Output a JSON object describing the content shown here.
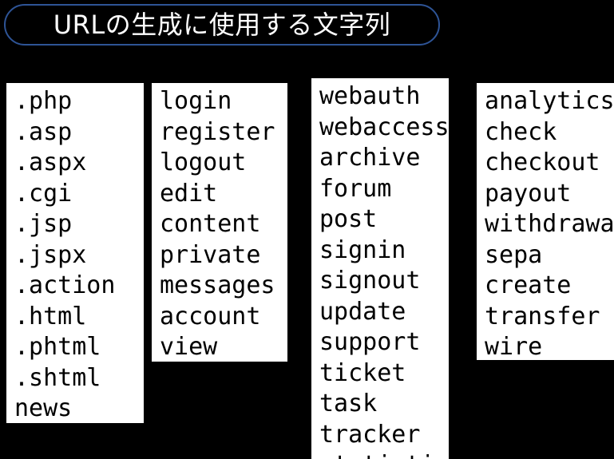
{
  "slide": {
    "background_color": "#000000",
    "title": {
      "text": "URLの生成に使用する文字列",
      "border_color": "#2e5496",
      "text_color": "#ffffff"
    }
  },
  "columns": [
    {
      "name": "file-extensions",
      "box_color": "#ffffff",
      "items": [
        ".php",
        ".asp",
        ".aspx",
        ".cgi",
        ".jsp",
        ".jspx",
        ".action",
        ".html",
        ".phtml",
        ".shtml",
        "news"
      ]
    },
    {
      "name": "account-actions",
      "box_color": "#ffffff",
      "items": [
        "login",
        "register",
        "logout",
        "edit",
        "content",
        "private",
        "messages",
        "account",
        "view"
      ]
    },
    {
      "name": "web-actions",
      "box_color": "#ffffff",
      "items": [
        "webauth",
        "webaccess",
        "archive",
        "forum",
        "post",
        "signin",
        "signout",
        "update",
        "support",
        "ticket",
        "task",
        "tracker",
        "statistics"
      ]
    },
    {
      "name": "finance-actions",
      "box_color": "#ffffff",
      "items": [
        "analytics",
        "check",
        "checkout",
        "payout",
        "withdrawal",
        "sepa",
        "create",
        "transfer",
        "wire"
      ]
    }
  ]
}
